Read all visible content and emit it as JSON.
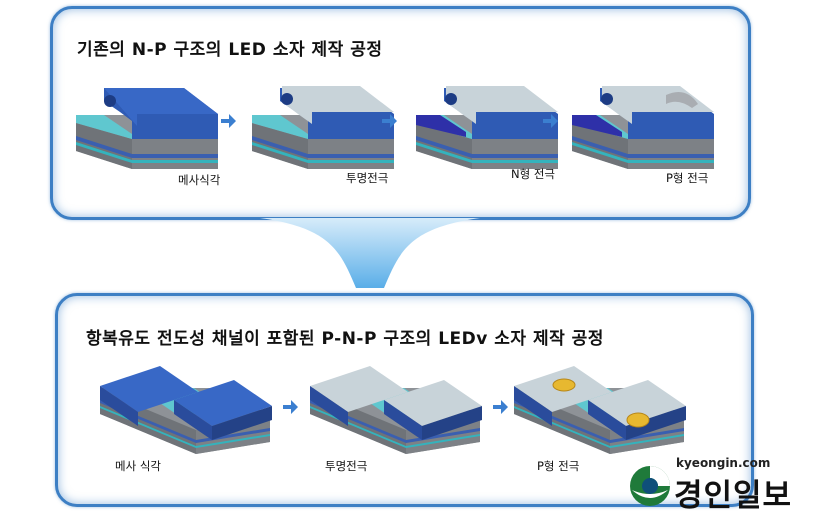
{
  "top_panel": {
    "title": "기존의 N-P 구조의 LED 소자 제작 공정",
    "steps": [
      "메사식각",
      "투명전극",
      "N형 전극",
      "P형 전극"
    ]
  },
  "bottom_panel": {
    "title": "항복유도 전도성 채널이 포함된  P-N-P 구조의 LEDv 소자 제작 공정",
    "steps": [
      "메사 식각",
      "투명전극",
      "P형 전극"
    ]
  },
  "logo": {
    "url": "kyeongin.com",
    "name": "경인일보"
  },
  "colors": {
    "panel_border": "#3d7fc4",
    "dark_blue": "#2f5bb4",
    "cyan_layer": "#5fc7cf",
    "grey_layer": "#8e9297",
    "transparent_electrode": "#c8d3d9",
    "electrode_gold": "#e7b830",
    "arrow": "#3b7fd0"
  }
}
